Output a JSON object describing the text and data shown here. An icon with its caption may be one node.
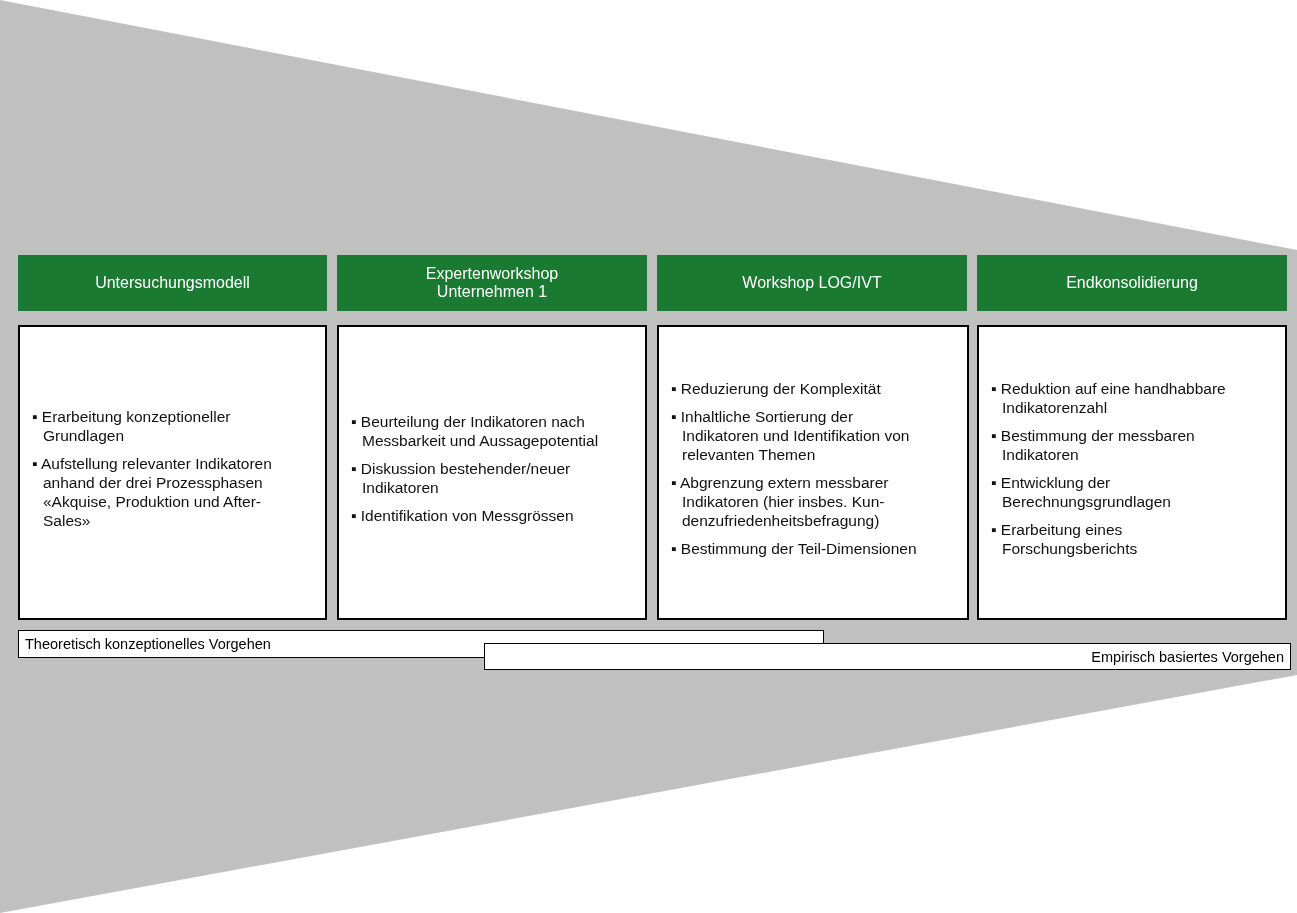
{
  "diagram": {
    "nodes": [
      {
        "text": [
          "Untersuchungsmodell"
        ]
      },
      {
        "text": [
          "Expertenworkshop Unternehmen 1"
        ]
      },
      {
        "text": [
          "Workshop LOG/IVT"
        ]
      },
      {
        "text": [
          "Endkonsolidierung"
        ]
      },
      {
        "text": [
          "▪ Erarbeitung konzeptioneller Grundlagen",
          "▪ Aufstellung relevanter Indikatoren anhand  der drei Prozessphasen «Akquise, Produktion und After-Sales»"
        ]
      },
      {
        "text": [
          "▪ Beurteilung der Indikatoren nach Messbarkeit und Aussagepotential",
          "▪ Diskussion bestehender/neuer Indikatoren",
          "▪ Identifikation von Messgrössen"
        ]
      },
      {
        "text": [
          "▪ Reduzierung der Komplexität",
          "▪ Inhaltliche Sortierung der Indikatoren und Identifikation von relevanten Themen",
          "▪ Abgrenzung extern messbarer Indikatoren (hier insbes. Kun-denzufriedenheitsbefragung)",
          "▪ Bestimmung der Teil-Dimensionen"
        ]
      },
      {
        "text": [
          "▪ Reduktion auf eine handhabbare Indikatorenzahl",
          "▪ Bestimmung der messbaren Indikatoren",
          "▪ Entwicklung der Berechnungsgrundlagen",
          "▪ Erarbeitung eines Forschungsberichts"
        ]
      },
      {
        "text": [
          "Theoretisch konzeptionelles Vorgehen"
        ]
      },
      {
        "text": [
          "Empirisch basiertes Vorgehen"
        ]
      }
    ]
  }
}
